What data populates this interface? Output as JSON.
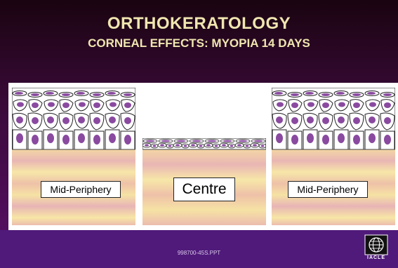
{
  "slide": {
    "title": "ORTHOKERATOLOGY",
    "subtitle": "CORNEAL EFFECTS: MYOPIA 14 DAYS"
  },
  "panels": [
    {
      "label": "Mid-Periphery"
    },
    {
      "label": "Centre"
    },
    {
      "label": "Mid-Periphery"
    }
  ],
  "footer": {
    "file_code": "998700-45S.PPT",
    "logo_text": "IACLE"
  },
  "colors": {
    "title": "#f0e6b0",
    "cell_nucleus": "#8a4aa0",
    "stroma_light": "#f6e3a6",
    "stroma_dark": "#e8b8b0",
    "footer": "#4f1a7a"
  }
}
